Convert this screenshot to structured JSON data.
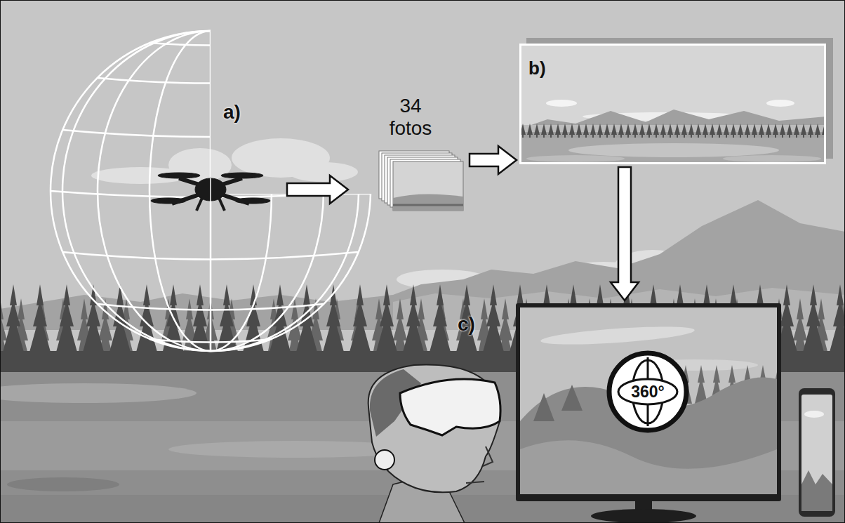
{
  "diagram": {
    "nodes": [
      {
        "text": [
          "a)"
        ]
      },
      {
        "text": [
          "34 fotos"
        ]
      },
      {
        "text": [
          "b)"
        ]
      },
      {
        "text": [
          "c)"
        ]
      },
      {
        "text": [
          "360°"
        ],
        "in": 3
      }
    ],
    "edges": [
      {
        "from": 0,
        "to": 1,
        "arrow": "to"
      },
      {
        "from": 1,
        "to": 2,
        "arrow": "to"
      },
      {
        "from": 2,
        "to": 3,
        "arrow": "to"
      }
    ]
  }
}
